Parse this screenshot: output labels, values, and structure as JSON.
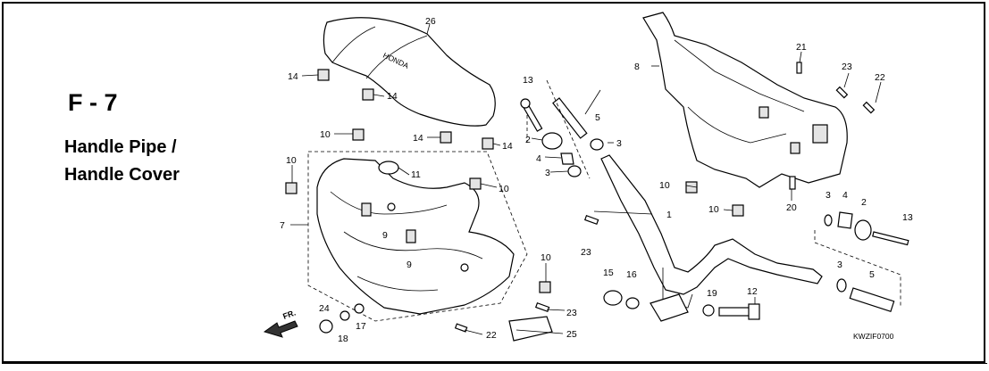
{
  "figure": {
    "id": "F - 7",
    "title_lines": [
      "Handle Pipe /",
      "Handle Cover"
    ],
    "drawing_code": "KWZIF0700",
    "direction_label": "FR."
  },
  "callouts": {
    "c1": "1",
    "c2a": "2",
    "c2b": "2",
    "c3a": "3",
    "c3b": "3",
    "c3c": "3",
    "c3d": "3",
    "c4a": "4",
    "c4b": "4",
    "c5a": "5",
    "c5b": "5",
    "c7": "7",
    "c8": "8",
    "c9a": "9",
    "c9b": "9",
    "c10a": "10",
    "c10b": "10",
    "c10c": "10",
    "c10d": "10",
    "c10e": "10",
    "c10f": "10",
    "c11": "11",
    "c12": "12",
    "c13a": "13",
    "c13b": "13",
    "c14a": "14",
    "c14b": "14",
    "c14c": "14",
    "c14d": "14",
    "c15": "15",
    "c16": "16",
    "c17": "17",
    "c18": "18",
    "c19": "19",
    "c20": "20",
    "c21": "21",
    "c22a": "22",
    "c22b": "22",
    "c23a": "23",
    "c23b": "23",
    "c23c": "23",
    "c24": "24",
    "c25": "25",
    "c26": "26"
  }
}
